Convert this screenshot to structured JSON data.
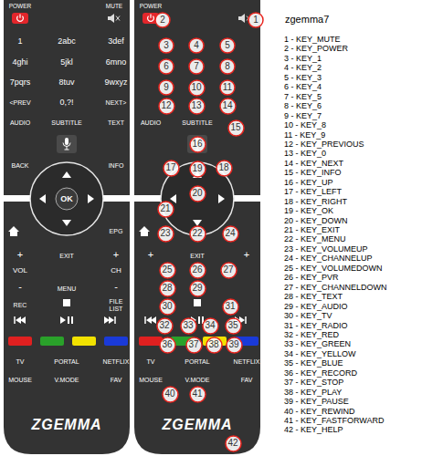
{
  "diagram": {
    "title": "zgemma7",
    "nodes": [
      {
        "text": [
          "POWER",
          "MUTE",
          "1",
          "2abc",
          "3def",
          "4ghi",
          "5jkl",
          "6mno",
          "7pqrs",
          "8tuv",
          "9wxyz",
          "<PREV",
          "0,?!",
          "NEXT>",
          "AUDIO",
          "SUBTITLE",
          "TEXT",
          "BACK",
          "INFO",
          "EPG",
          "+",
          "EXIT",
          "+",
          "VOL",
          "CH",
          "-",
          "MENU",
          "-",
          "REC",
          "FILE LIST",
          "TV",
          "PORTAL",
          "NETFLIX",
          "MOUSE",
          "V.MODE",
          "FAV",
          "ZGEMMA"
        ]
      },
      {
        "text": [
          "OK"
        ],
        "in": 0
      },
      {
        "text": [
          "POWER",
          "AUDIO",
          "SUBTITLE",
          "+",
          "EXIT",
          "+",
          "TV",
          "PORTAL",
          "NETFLIX",
          "MOUSE",
          "V.MODE",
          "FAV",
          "ZGEMMA"
        ]
      },
      {
        "text": [
          "1"
        ],
        "in": 2
      },
      {
        "text": [
          "2"
        ],
        "in": 2
      },
      {
        "text": [
          "3"
        ],
        "in": 2
      },
      {
        "text": [
          "4"
        ],
        "in": 2
      },
      {
        "text": [
          "5"
        ],
        "in": 2
      },
      {
        "text": [
          "6"
        ],
        "in": 2
      },
      {
        "text": [
          "7"
        ],
        "in": 2
      },
      {
        "text": [
          "8"
        ],
        "in": 2
      },
      {
        "text": [
          "9"
        ],
        "in": 2
      },
      {
        "text": [
          "10"
        ],
        "in": 2
      },
      {
        "text": [
          "11"
        ],
        "in": 2
      },
      {
        "text": [
          "12"
        ],
        "in": 2
      },
      {
        "text": [
          "13"
        ],
        "in": 2
      },
      {
        "text": [
          "14"
        ],
        "in": 2
      },
      {
        "text": [
          "15"
        ],
        "in": 2
      },
      {
        "text": [
          "16"
        ],
        "in": 2
      },
      {
        "text": [
          "17"
        ],
        "in": 2
      },
      {
        "text": [
          "18"
        ],
        "in": 2
      },
      {
        "text": [
          "19"
        ],
        "in": 2
      },
      {
        "text": [
          "20"
        ],
        "in": 2
      },
      {
        "text": [
          "21"
        ],
        "in": 2
      },
      {
        "text": [
          "22"
        ],
        "in": 2
      },
      {
        "text": [
          "23"
        ],
        "in": 2
      },
      {
        "text": [
          "24"
        ],
        "in": 2
      },
      {
        "text": [
          "25"
        ],
        "in": 2
      },
      {
        "text": [
          "26"
        ],
        "in": 2
      },
      {
        "text": [
          "27"
        ],
        "in": 2
      },
      {
        "text": [
          "28"
        ],
        "in": 2
      },
      {
        "text": [
          "29"
        ],
        "in": 2
      },
      {
        "text": [
          "30"
        ],
        "in": 2
      },
      {
        "text": [
          "31"
        ],
        "in": 2
      },
      {
        "text": [
          "32"
        ],
        "in": 2
      },
      {
        "text": [
          "33"
        ],
        "in": 2
      },
      {
        "text": [
          "34"
        ],
        "in": 2
      },
      {
        "text": [
          "35"
        ],
        "in": 2
      },
      {
        "text": [
          "36"
        ],
        "in": 2
      },
      {
        "text": [
          "37"
        ],
        "in": 2
      },
      {
        "text": [
          "38"
        ],
        "in": 2
      },
      {
        "text": [
          "39"
        ],
        "in": 2
      },
      {
        "text": [
          "40"
        ],
        "in": 2
      },
      {
        "text": [
          "41"
        ],
        "in": 2
      },
      {
        "text": [
          "42"
        ],
        "in": 2
      }
    ],
    "labels": [
      "1 - KEY_MUTE",
      "2 - KEY_POWER",
      "3 - KEY_1",
      "4 - KEY_2",
      "5 - KEY_3",
      "6 - KEY_4",
      "7 - KEY_5",
      "8 - KEY_6",
      "9 - KEY_7",
      "10 - KEY_8",
      "11 - KEY_9",
      "12 - KEY_PREVIOUS",
      "13 - KEY_0",
      "14 - KEY_NEXT",
      "15 - KEY_INFO",
      "16 - KEY_UP",
      "17 - KEY_LEFT",
      "18 - KEY_RIGHT",
      "19 - KEY_OK",
      "20 - KEY_DOWN",
      "21 - KEY_EXIT",
      "22 - KEY_MENU",
      "23 - KEY_VOLUMEUP",
      "24 - KEY_CHANNELUP",
      "25 - KEY_VOLUMEDOWN",
      "26 - KEY_PVR",
      "27 - KEY_CHANNELDOWN",
      "28 - KEY_TEXT",
      "29 - KEY_AUDIO",
      "30 - KEY_TV",
      "31 - KEY_RADIO",
      "32 - KEY_RED",
      "33 - KEY_GREEN",
      "34 - KEY_YELLOW",
      "35 - KEY_BLUE",
      "36 - KEY_RECORD",
      "37 - KEY_STOP",
      "38 - KEY_PLAY",
      "39 - KEY_PAUSE",
      "40 - KEY_REWIND",
      "41 - KEY_FASTFORWARD",
      "42 - KEY_HELP"
    ]
  }
}
